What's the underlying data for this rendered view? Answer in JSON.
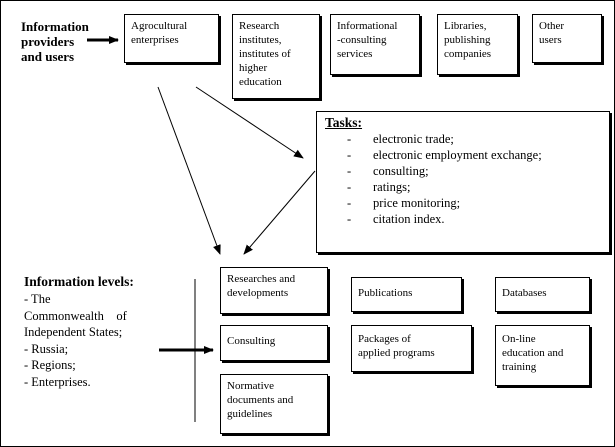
{
  "providers_label": [
    "Information",
    "providers",
    "and users"
  ],
  "providers": [
    {
      "lines": [
        "Agrocultural",
        "enterprises"
      ]
    },
    {
      "lines": [
        "Research",
        "institutes,",
        "institutes of",
        "higher",
        "education"
      ]
    },
    {
      "lines": [
        "Informational",
        "-consulting",
        "services"
      ]
    },
    {
      "lines": [
        "Libraries,",
        "publishing",
        "companies"
      ]
    },
    {
      "lines": [
        "Other",
        "users"
      ]
    }
  ],
  "tasks": {
    "title": "Tasks:",
    "items": [
      "electronic  trade;",
      "electronic  employment exchange;",
      "consulting;",
      "ratings;",
      "price  monitoring;",
      "citation index."
    ]
  },
  "levels": {
    "title": "Information levels:",
    "items": [
      "- The",
      "Commonwealth    of",
      "Independent States;",
      "- Russia;",
      "- Regions;",
      "- Enterprises."
    ]
  },
  "resources": [
    {
      "lines": [
        "Researches and",
        "developments"
      ]
    },
    {
      "lines": [
        "Publications"
      ]
    },
    {
      "lines": [
        "Databases"
      ]
    },
    {
      "lines": [
        "Consulting"
      ]
    },
    {
      "lines": [
        "Packages of",
        "applied programs"
      ]
    },
    {
      "lines": [
        "On-line",
        "education and",
        "training"
      ]
    },
    {
      "lines": [
        "Normative",
        "documents and",
        "guidelines"
      ]
    }
  ]
}
